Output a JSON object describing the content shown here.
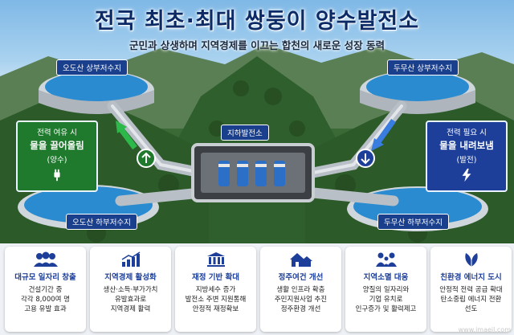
{
  "title": "전국 최초·최대 쌍둥이 양수발전소",
  "subtitle": "군민과 상생하며 지역경제를 이끄는 합천의 새로운 성장 동력",
  "labels": {
    "upper_left": "오도산 상부저수지",
    "upper_right": "두무산 상부저수지",
    "lower_left": "오도산 하부저수지",
    "lower_right": "두무산 하부저수지",
    "plant": "지하발전소"
  },
  "callout_left": {
    "line1": "전력 여유 시",
    "line2": "물을 끌어올림",
    "line3": "(양수)",
    "icon": "plug-icon"
  },
  "callout_right": {
    "line1": "전력 필요 시",
    "line2": "물을 내려보냄",
    "line3": "(발전)",
    "icon": "lightning-icon"
  },
  "cards": [
    {
      "icon": "people-icon",
      "title": "대규모 일자리 창출",
      "lines": [
        "건설기간 중",
        "각각 8,000여 명",
        "고용 유발 효과"
      ]
    },
    {
      "icon": "chart-icon",
      "title": "지역경제 활성화",
      "lines": [
        "생산·소득·부가가치",
        "유발효과로",
        "지역경제 활력"
      ]
    },
    {
      "icon": "bank-icon",
      "title": "재정 기반 확대",
      "lines": [
        "지방세수 증가",
        "발전소 주변 지원통해",
        "안정적 재정확보"
      ]
    },
    {
      "icon": "house-icon",
      "title": "정주여건 개선",
      "lines": [
        "생활 인프라 확충",
        "주민지원사업 추진",
        "정주환경 개선"
      ]
    },
    {
      "icon": "family-icon",
      "title": "지역소멸 대응",
      "lines": [
        "양질의 일자리와",
        "기업 유치로",
        "인구증가 및 활력제고"
      ]
    },
    {
      "icon": "leaf-icon",
      "title": "친환경 에너지 도시",
      "lines": [
        "안정적 전력 공급 확대",
        "탄소중립 에너지 전환",
        "선도"
      ]
    }
  ],
  "watermark": "www.imaeil.com",
  "colors": {
    "accent_blue": "#1d3f9a",
    "accent_green": "#1f7a2e",
    "title": "#0c2a66"
  }
}
